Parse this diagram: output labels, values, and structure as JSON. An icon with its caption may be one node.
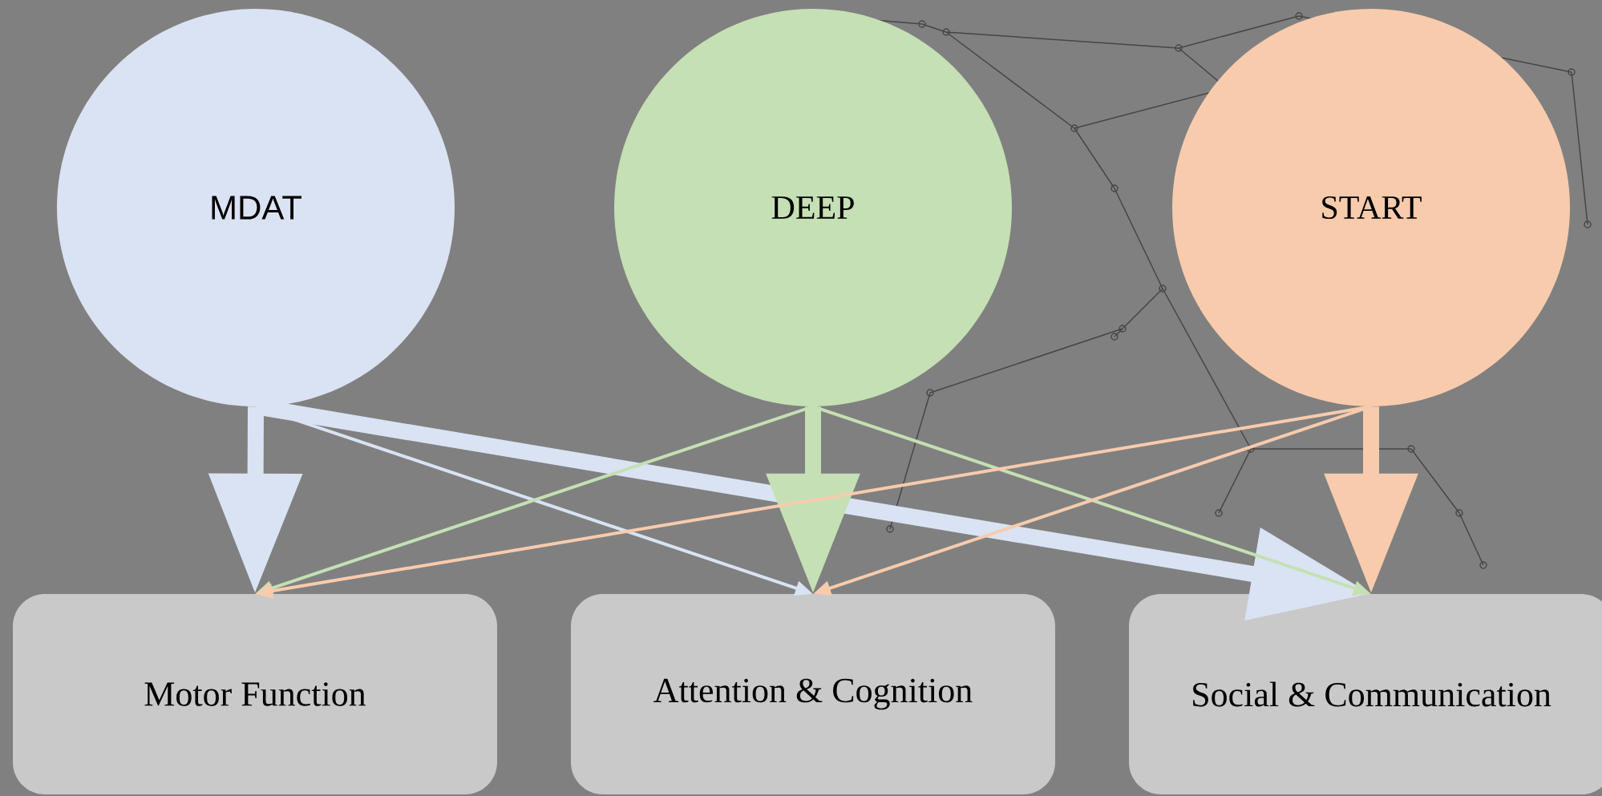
{
  "diagram": {
    "nodes": [
      {
        "text": [
          "MDAT"
        ]
      },
      {
        "text": [
          "DEEP"
        ]
      },
      {
        "text": [
          "START"
        ]
      },
      {
        "text": [
          "Motor Function"
        ]
      },
      {
        "text": [
          "Attention & Cognition"
        ]
      },
      {
        "text": [
          "Social & Communication"
        ]
      }
    ],
    "edges": [
      {
        "from": 0,
        "to": 3,
        "arrow": "to",
        "style": "thick",
        "color": "#dae3f3"
      },
      {
        "from": 0,
        "to": 4,
        "arrow": "to",
        "color": "#dae3f3"
      },
      {
        "from": 0,
        "to": 5,
        "arrow": "to",
        "style": "thick",
        "color": "#dae3f3"
      },
      {
        "from": 1,
        "to": 3,
        "arrow": "to",
        "color": "#c5e0b4"
      },
      {
        "from": 1,
        "to": 4,
        "arrow": "to",
        "style": "thick",
        "color": "#c5e0b4"
      },
      {
        "from": 1,
        "to": 5,
        "arrow": "to",
        "color": "#c5e0b4"
      },
      {
        "from": 2,
        "to": 3,
        "arrow": "to",
        "color": "#f8cbad"
      },
      {
        "from": 2,
        "to": 4,
        "arrow": "to",
        "color": "#f8cbad"
      },
      {
        "from": 2,
        "to": 5,
        "arrow": "to",
        "style": "thick",
        "color": "#f8cbad"
      }
    ]
  }
}
